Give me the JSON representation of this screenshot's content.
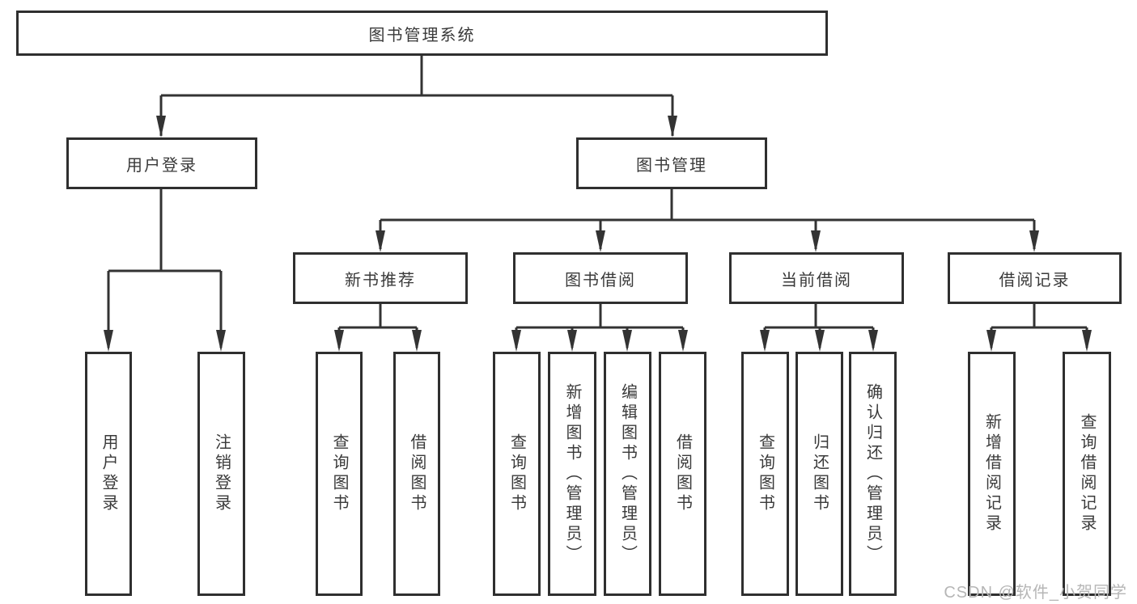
{
  "colors": {
    "line": "#333333",
    "box_border": "#2f2f2f",
    "text": "#3a3a3a",
    "watermark": "#b6b6b6",
    "background": "#ffffff"
  },
  "tree": {
    "root": {
      "label": "图书管理系统"
    },
    "branches": [
      {
        "label": "用户登录",
        "children": [
          {
            "label": "用户登录"
          },
          {
            "label": "注销登录"
          }
        ]
      },
      {
        "label": "图书管理",
        "children": [
          {
            "label": "新书推荐",
            "children": [
              {
                "label": "查询图书"
              },
              {
                "label": "借阅图书"
              }
            ]
          },
          {
            "label": "图书借阅",
            "children": [
              {
                "label": "查询图书"
              },
              {
                "label": "新增图书（管理员）"
              },
              {
                "label": "编辑图书（管理员）"
              },
              {
                "label": "借阅图书"
              }
            ]
          },
          {
            "label": "当前借阅",
            "children": [
              {
                "label": "查询图书"
              },
              {
                "label": "归还图书"
              },
              {
                "label": "确认归还（管理员）"
              }
            ]
          },
          {
            "label": "借阅记录",
            "children": [
              {
                "label": "新增借阅记录"
              },
              {
                "label": "查询借阅记录"
              }
            ]
          }
        ]
      }
    ]
  },
  "watermark": "CSDN @软件_小贺同学"
}
